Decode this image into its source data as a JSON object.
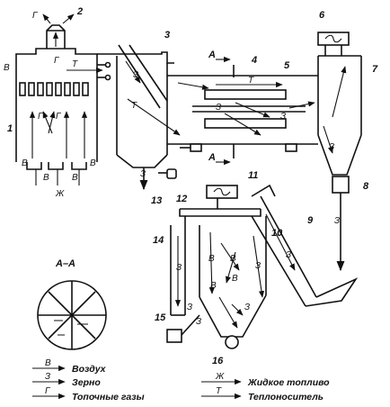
{
  "numbers": [
    "1",
    "2",
    "3",
    "4",
    "5",
    "6",
    "7",
    "8",
    "9",
    "10",
    "11",
    "12",
    "13",
    "14",
    "15",
    "16"
  ],
  "letters": {
    "air": "В",
    "grain": "З",
    "gas": "Г",
    "fuel": "Ж",
    "heat": "Т"
  },
  "section": {
    "marker": "А",
    "title": "А–А"
  },
  "legend": [
    {
      "code": "В",
      "text": "Воздух"
    },
    {
      "code": "З",
      "text": "Зерно"
    },
    {
      "code": "Г",
      "text": "Топочные газы"
    },
    {
      "code": "Ж",
      "text": "Жидкое топливо"
    },
    {
      "code": "Т",
      "text": "Теплоноситель"
    }
  ]
}
